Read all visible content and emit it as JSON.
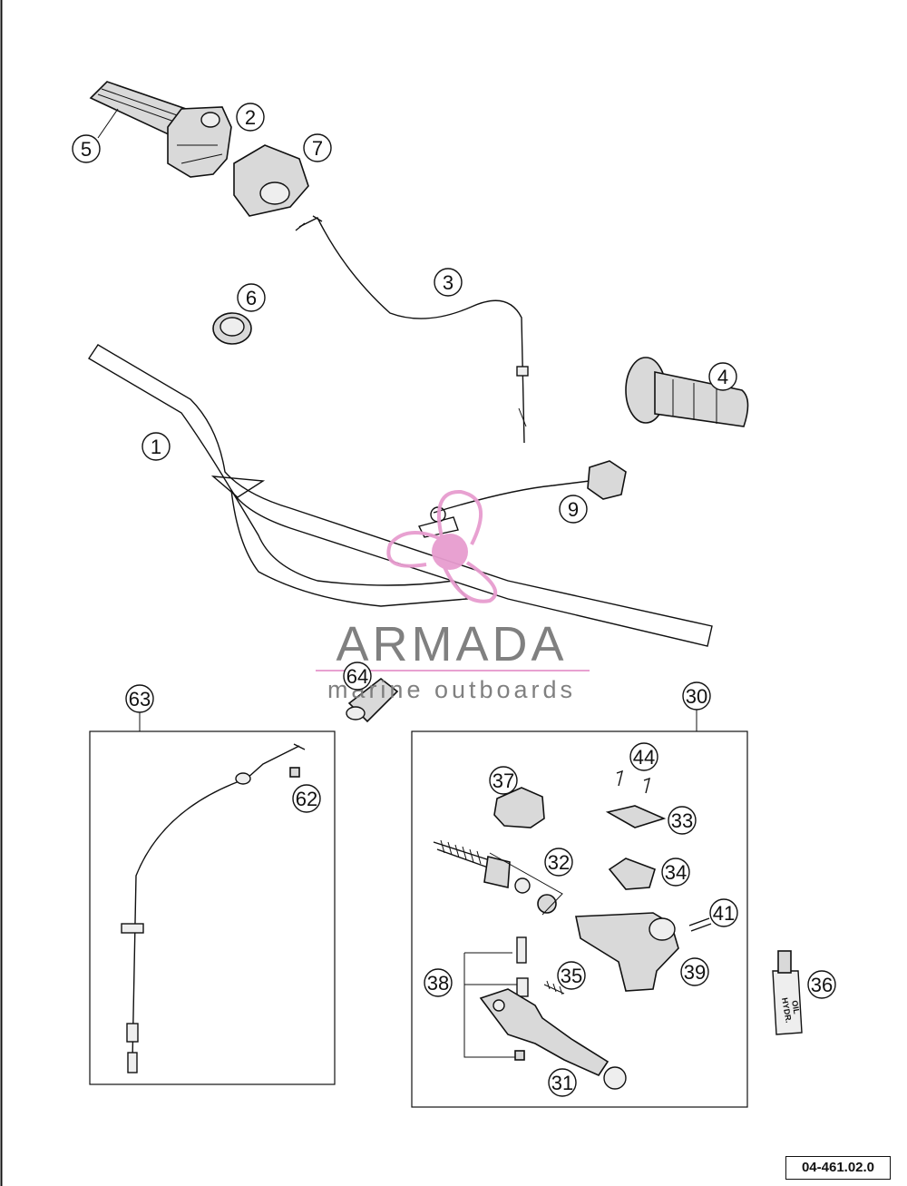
{
  "callouts": {
    "c1": "1",
    "c2": "2",
    "c3": "3",
    "c4": "4",
    "c5": "5",
    "c6": "6",
    "c7": "7",
    "c9": "9",
    "c30": "30",
    "c31": "31",
    "c32": "32",
    "c33": "33",
    "c34": "34",
    "c35": "35",
    "c36": "36",
    "c37": "37",
    "c38": "38",
    "c39": "39",
    "c41": "41",
    "c44": "44",
    "c62": "62",
    "c63": "63",
    "c64": "64"
  },
  "watermark": {
    "title": "ARMADA",
    "subtitle": "marine outboards",
    "accent_color": "#e79ccf",
    "text_color": "#7a7a7a"
  },
  "oil_label": {
    "line1": "HYDR.",
    "line2": "OIL"
  },
  "reference_code": "04-461.02.0"
}
